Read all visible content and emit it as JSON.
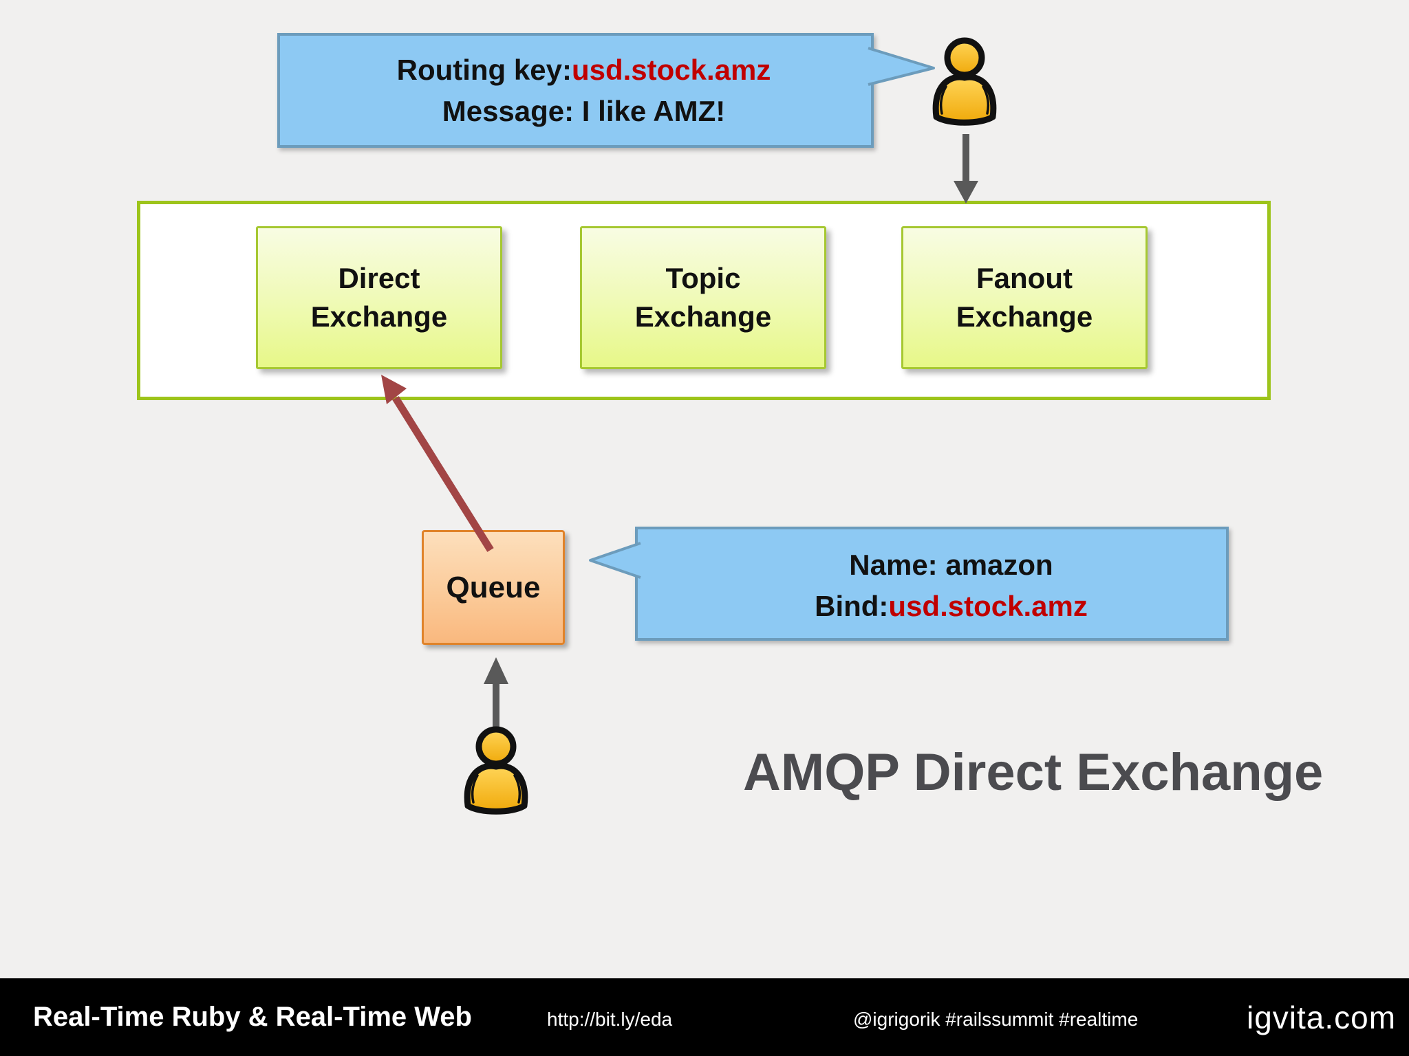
{
  "slide": {
    "title": "AMQP Direct Exchange",
    "background_color": "#F1F0EF"
  },
  "publisher_callout": {
    "line1_label": "Routing key:",
    "line1_value": "usd.stock.amz",
    "line2": "Message: I like AMZ!"
  },
  "exchange_panel": {
    "boxes": [
      {
        "line1": "Direct",
        "line2": "Exchange"
      },
      {
        "line1": "Topic",
        "line2": "Exchange"
      },
      {
        "line1": "Fanout",
        "line2": "Exchange"
      }
    ]
  },
  "queue": {
    "label": "Queue"
  },
  "binding_callout": {
    "line1": "Name: amazon",
    "line2_label": "Bind:",
    "line2_value": "usd.stock.amz"
  },
  "icons": {
    "publisher": "person-icon",
    "consumer": "person-icon",
    "publish_flow": "arrow-down-icon",
    "consume_flow": "arrow-up-icon",
    "binding": "diagonal-arrow-icon"
  },
  "colors": {
    "callout_fill": "#8DC9F3",
    "callout_border": "#6C9CBC",
    "highlight_text": "#C00000",
    "panel_border": "#9DC41B",
    "exchange_fill_top": "#F8FCE3",
    "exchange_fill_bottom": "#E7F888",
    "exchange_border": "#A6C832",
    "queue_fill_top": "#FDDFBC",
    "queue_fill_bottom": "#F9B87E",
    "queue_border": "#E0832A",
    "binding_arrow": "#A24545",
    "flow_arrow": "#595959",
    "person_fill": "#FFC425",
    "title_color": "#4B4B4F",
    "footer_bg": "#000000"
  },
  "footer": {
    "left": "Real-Time Ruby & Real-Time Web",
    "url": "http://bit.ly/eda",
    "tags": "@igrigorik #railssummit #realtime",
    "brand": "igvita.com"
  }
}
